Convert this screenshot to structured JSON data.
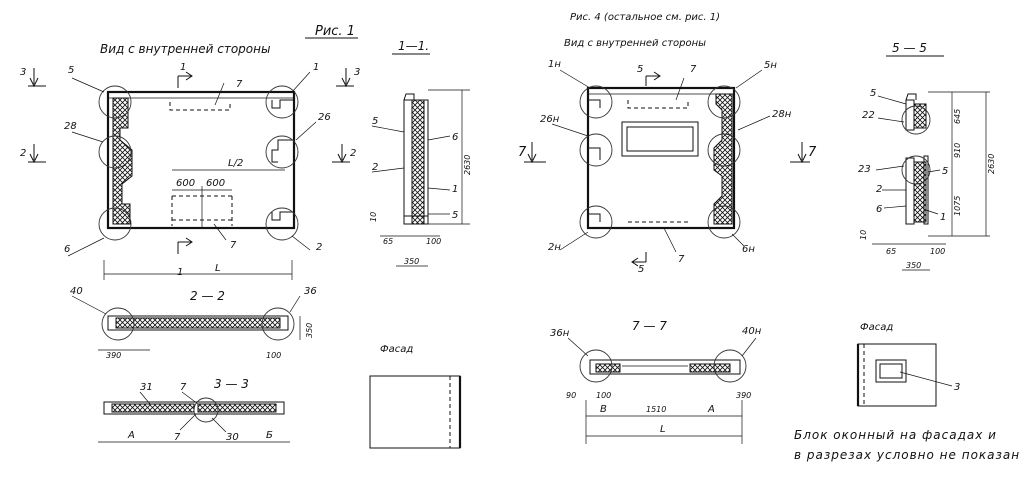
{
  "fig1": {
    "title": "Рис. 1",
    "subtitle": "Вид с внутренней стороны",
    "labels": {
      "l5": "5",
      "l1": "1",
      "l28": "28",
      "l26": "26",
      "l6": "6",
      "l2": "2",
      "l7a": "7",
      "l7b": "7",
      "s3a": "3",
      "s3b": "3",
      "s2a": "2",
      "s2b": "2",
      "s1a": "1",
      "s1b": "1",
      "dimL": "L",
      "l4_2": "L/2",
      "d600a": "600",
      "d600b": "600"
    }
  },
  "sec11": {
    "title": "1—1.",
    "labels": {
      "l5": "5",
      "l6": "6",
      "l2": "2",
      "l1": "1",
      "l5b": "5",
      "h": "2630",
      "d10": "10",
      "d65": "65",
      "d100": "100",
      "d350": "350"
    }
  },
  "sec22": {
    "title": "2 — 2",
    "labels": {
      "l40": "40",
      "l36": "36",
      "d390": "390",
      "d100": "100",
      "d350": "350"
    }
  },
  "sec33": {
    "title": "3 — 3",
    "labels": {
      "l31": "31",
      "l7a": "7",
      "l7b": "7",
      "l30": "30",
      "dA": "А",
      "dB": "Б"
    }
  },
  "facade1": {
    "title": "Фасад"
  },
  "fig4": {
    "title": "Рис. 4 (остальное см. рис. 1)",
    "subtitle": "Вид с внутренней стороны",
    "labels": {
      "l1n": "1н",
      "l5": "5",
      "l7": "7",
      "l5n": "5н",
      "l26n": "26н",
      "l28n": "28н",
      "s7a": "7",
      "s7b": "7",
      "l2n": "2н",
      "l5b": "5",
      "l7b": "7",
      "l6n": "6н"
    }
  },
  "sec55": {
    "title": "5 — 5",
    "labels": {
      "l5": "5",
      "l22": "22",
      "l23": "23",
      "l2": "2",
      "l6": "6",
      "l5b": "5",
      "l1": "1",
      "d645": "645",
      "d910": "910",
      "d1075": "1075",
      "h": "2630",
      "d10": "10",
      "d65": "65",
      "d100": "100",
      "d350": "350"
    }
  },
  "sec77": {
    "title": "7 — 7",
    "labels": {
      "l36n": "36н",
      "l40n": "40н",
      "d90": "90",
      "d100": "100",
      "dB": "В",
      "d1510": "1510",
      "dA": "А",
      "d390": "390",
      "dL": "L"
    }
  },
  "facade2": {
    "title": "Фасад",
    "label3": "3"
  },
  "note": {
    "line1": "Блок оконный на фасадах и",
    "line2": "в разрезах условно не показан"
  }
}
